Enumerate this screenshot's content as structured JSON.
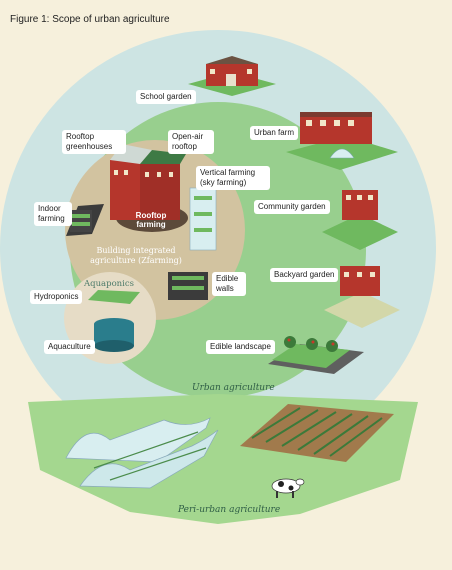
{
  "figure_title": "Figure 1: Scope of urban agriculture",
  "labels": {
    "school_garden": "School garden",
    "rooftop_greenhouses": "Rooftop greenhouses",
    "open_air_rooftop": "Open-air rooftop",
    "urban_farm": "Urban farm",
    "vertical_farming": "Vertical farming (sky farming)",
    "indoor_farming": "Indoor farming",
    "rooftop_farming": "Rooftop farming",
    "community_garden": "Community garden",
    "building_integrated": "Building integrated agriculture (Zfarming)",
    "edible_walls": "Edible walls",
    "backyard_garden": "Backyard garden",
    "aquaponics": "Aquaponics",
    "hydroponics": "Hydroponics",
    "aquaculture": "Aquaculture",
    "edible_landscape": "Edible landscape",
    "urban_agriculture": "Urban agriculture",
    "peri_urban_agriculture": "Peri-urban agriculture"
  },
  "colors": {
    "background": "#f6f0dc",
    "outer_circle": "#cde4e3",
    "urban_disc": "#98cf8e",
    "zfarming_disc": "#d2c3a0",
    "aquaponics_disc": "#e6dcc6",
    "peri_urban_band": "#a4d78f",
    "brick": "#b5362c"
  }
}
